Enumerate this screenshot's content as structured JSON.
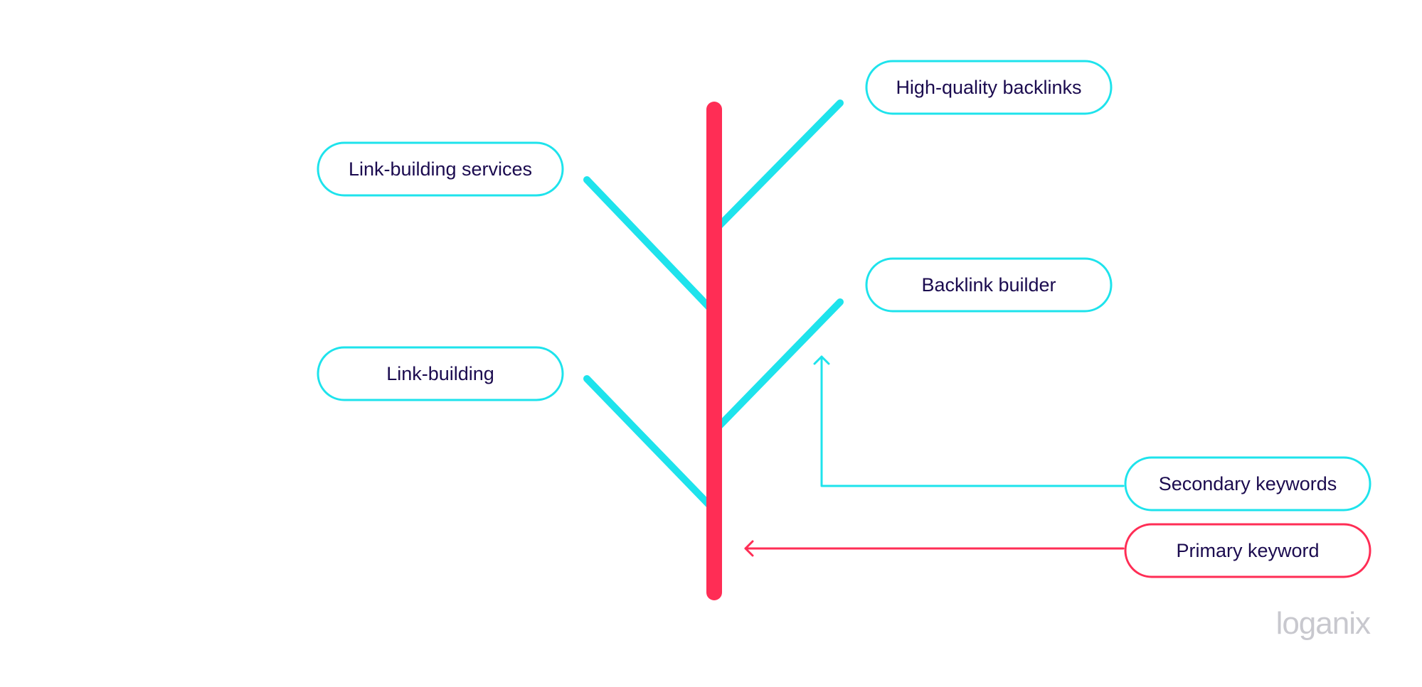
{
  "colors": {
    "primary": "#FF2D55",
    "secondary": "#1EE3EC",
    "text": "#1B0B4F",
    "logo": "#C8C8CE",
    "background": "#FFFFFF"
  },
  "keywords": {
    "high_quality_backlinks": "High-quality backlinks",
    "link_building_services": "Link-building services",
    "backlink_builder": "Backlink builder",
    "link_building": "Link-building"
  },
  "legend": {
    "secondary": "Secondary keywords",
    "primary": "Primary keyword"
  },
  "logo": {
    "text": "loganix"
  }
}
